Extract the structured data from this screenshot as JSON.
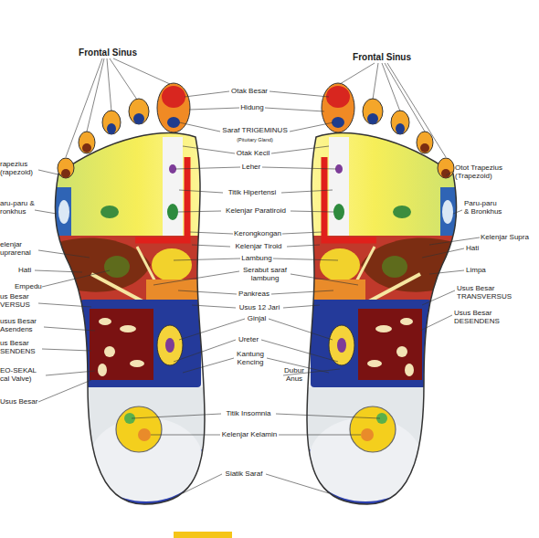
{
  "diagram": {
    "labels": [
      "Frontal Sinus",
      "Frontal Sinus",
      "Otak Besar",
      "Hidung",
      "Saraf TRIGEMINUS",
      "(Pituitary Gland)",
      "Otak Kecil",
      "Leher",
      "Titik Hipertensi",
      "Kelenjar Paratiroid",
      "Kerongkongan",
      "Kelenjar Tiroid",
      "Lambung",
      "Serabut saraf lambung",
      "Pankreas",
      "Usus 12 Jari",
      "Ginjal",
      "Ureter",
      "Kantung Kencing",
      "Dubur Anus",
      "Titik Insomnia",
      "Kelenjar Kelamin",
      "Siatik Saraf",
      "rapezius (rapezoid)",
      "aru-paru & ronkhus",
      "elenjar uprarenal",
      "Hati",
      "Empedu",
      "us Besar VERSUS",
      "usus Besar Asendens",
      "us Besar SENDENS",
      "EO-SEKAL cal Valve)",
      "Usus Besar",
      "Otot Trapezius (Trapezoid)",
      "Paru-paru & Bronkhus",
      "Kelenjar Supra",
      "Hati",
      "Limpa",
      "Usus Besar TRANSVERSUS",
      "Usus Besar DESENDENS"
    ]
  }
}
